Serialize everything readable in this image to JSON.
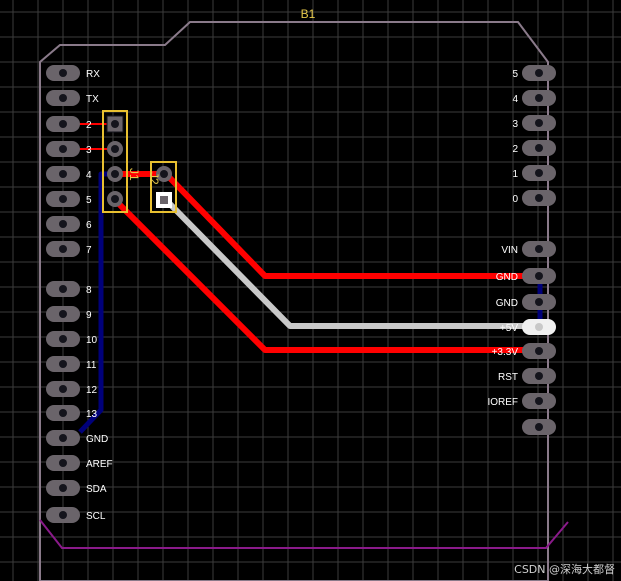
{
  "board": {
    "designator": "B1",
    "connector_j1": "J1",
    "connector_j2": "J2"
  },
  "left_header": {
    "labels": [
      "RX",
      "TX",
      "2",
      "3",
      "4",
      "5",
      "6",
      "7",
      "8",
      "9",
      "10",
      "11",
      "12",
      "13",
      "GND",
      "AREF",
      "SDA",
      "SCL"
    ]
  },
  "right_header": {
    "digital_labels": [
      "5",
      "4",
      "3",
      "2",
      "1",
      "0"
    ],
    "power_labels": [
      "VIN",
      "GND",
      "GND",
      "+5V",
      "+3.3V",
      "RST",
      "IOREF",
      ""
    ]
  },
  "colors": {
    "background": "#000000",
    "grid": "#3c3c3c",
    "outline": "#8a7a8a",
    "keepout": "#8a1a8a",
    "pad": "#6a646a",
    "pad_hole": "#14141c",
    "top_trace": "#ff0000",
    "bottom_trace": "#00007a",
    "white_trace": "#c8c8c8",
    "highlight": "#e8c030"
  },
  "watermark": "CSDN @深海大都督"
}
